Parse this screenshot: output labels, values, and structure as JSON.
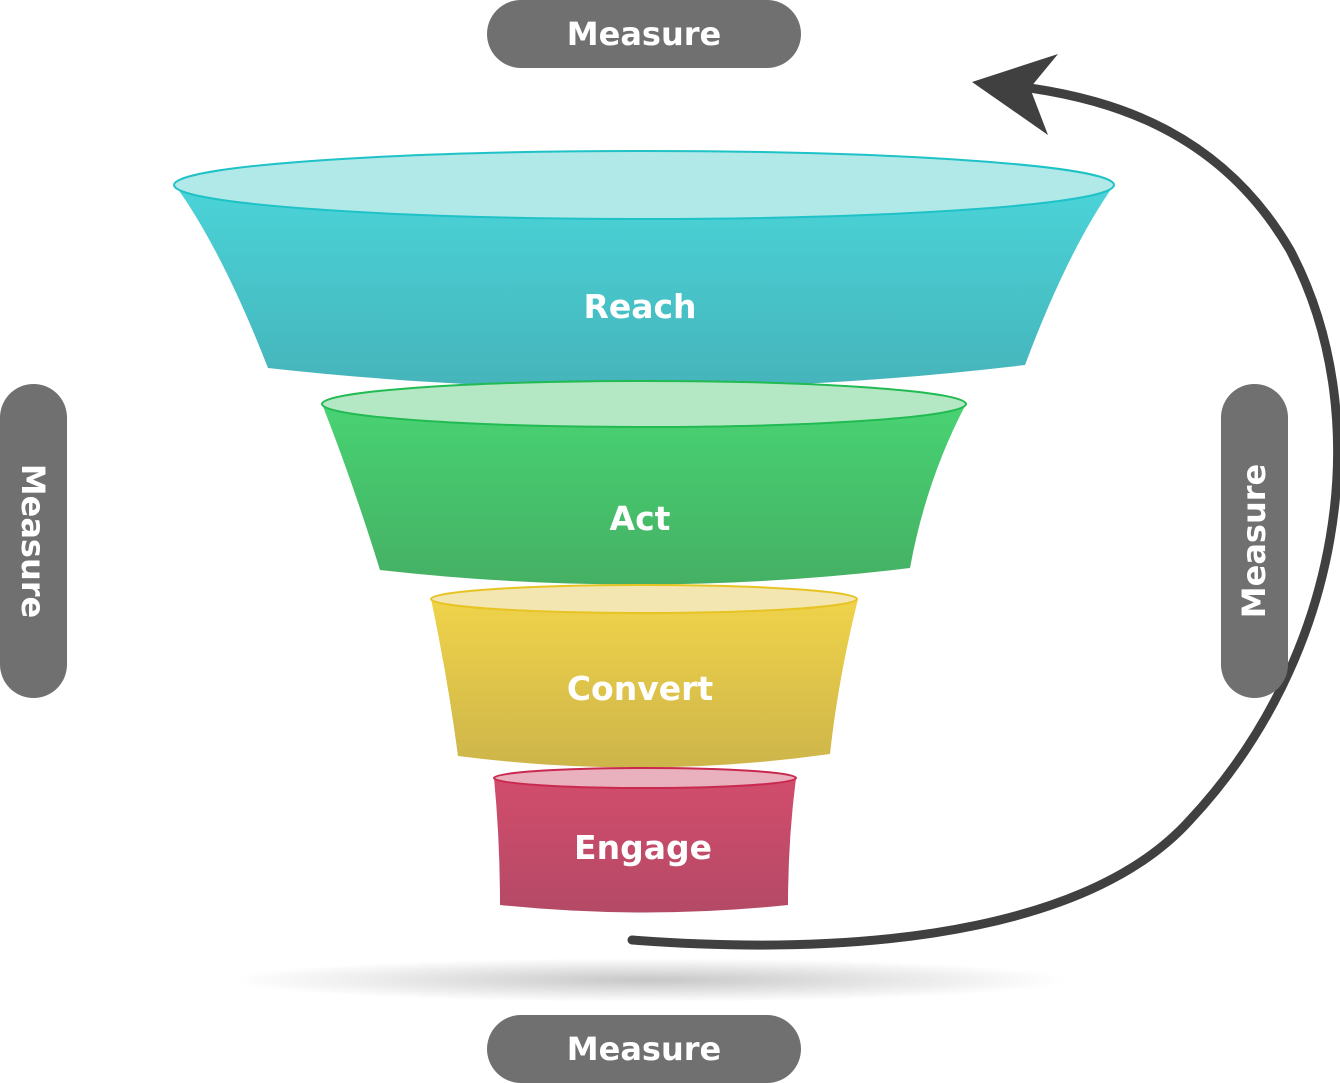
{
  "stages": [
    {
      "label": "Reach",
      "color": "#48CDD1"
    },
    {
      "label": "Act",
      "color": "#46C96E"
    },
    {
      "label": "Convert",
      "color": "#E8CC48"
    },
    {
      "label": "Engage",
      "color": "#CB4B6B"
    }
  ],
  "measure": {
    "top": "Measure",
    "bottom": "Measure",
    "left": "Measure",
    "right": "Measure"
  },
  "colors": {
    "pill": "#707070",
    "arrow": "#404040"
  }
}
